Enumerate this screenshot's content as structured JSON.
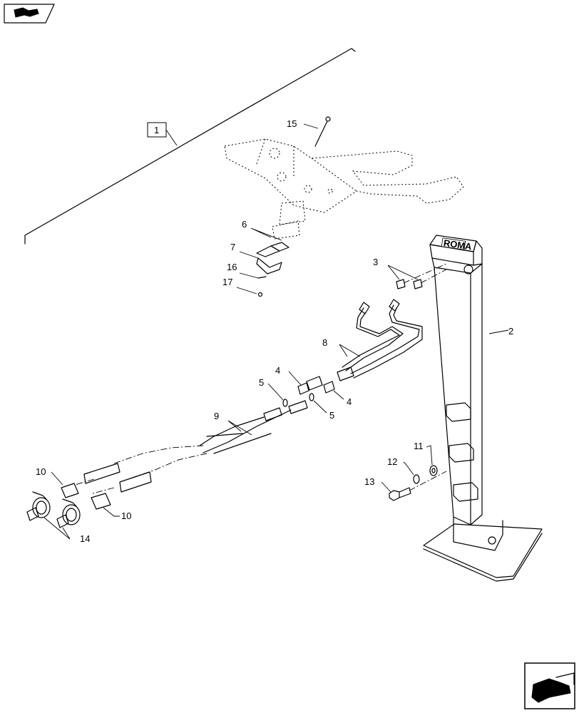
{
  "callouts": {
    "c1": "1",
    "c2": "2",
    "c3": "3",
    "c4a": "4",
    "c4b": "4",
    "c5a": "5",
    "c5b": "5",
    "c6": "6",
    "c7": "7",
    "c8": "8",
    "c9": "9",
    "c10a": "10",
    "c10b": "10",
    "c11": "11",
    "c12": "12",
    "c13": "13",
    "c14": "14",
    "c15": "15",
    "c16": "16",
    "c17": "17"
  },
  "jack_label": "ROMA",
  "icons": {
    "top_left": "view-arrow-icon",
    "bottom_right": "next-page-arrow-icon"
  }
}
